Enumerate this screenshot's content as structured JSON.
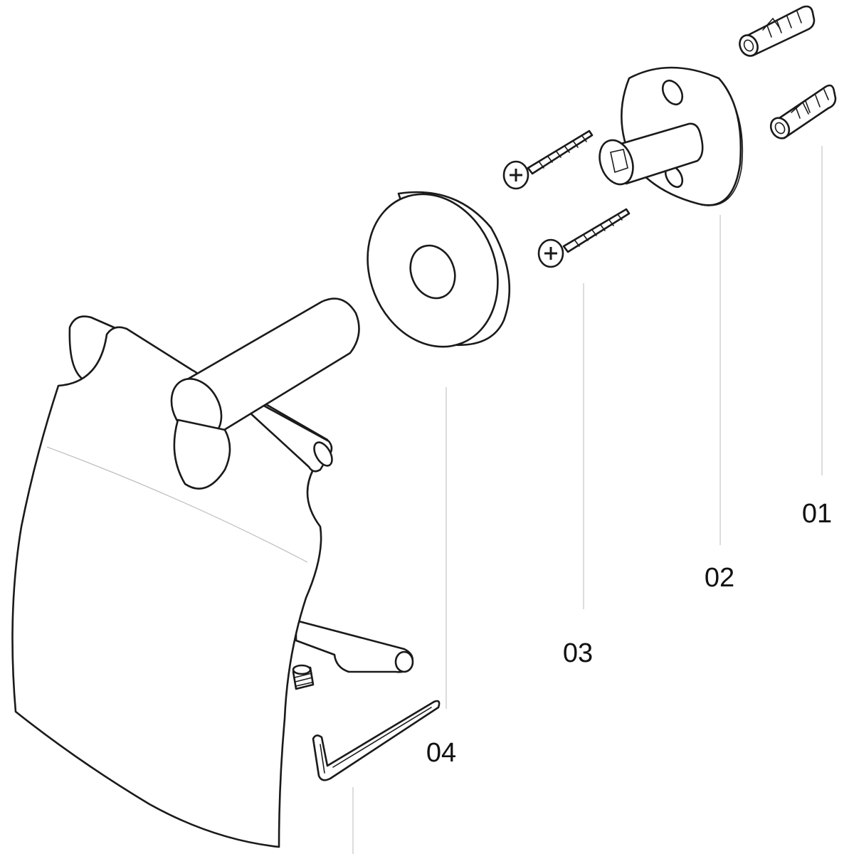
{
  "parts": [
    {
      "number": "01"
    },
    {
      "number": "02"
    },
    {
      "number": "03"
    },
    {
      "number": "04"
    }
  ]
}
